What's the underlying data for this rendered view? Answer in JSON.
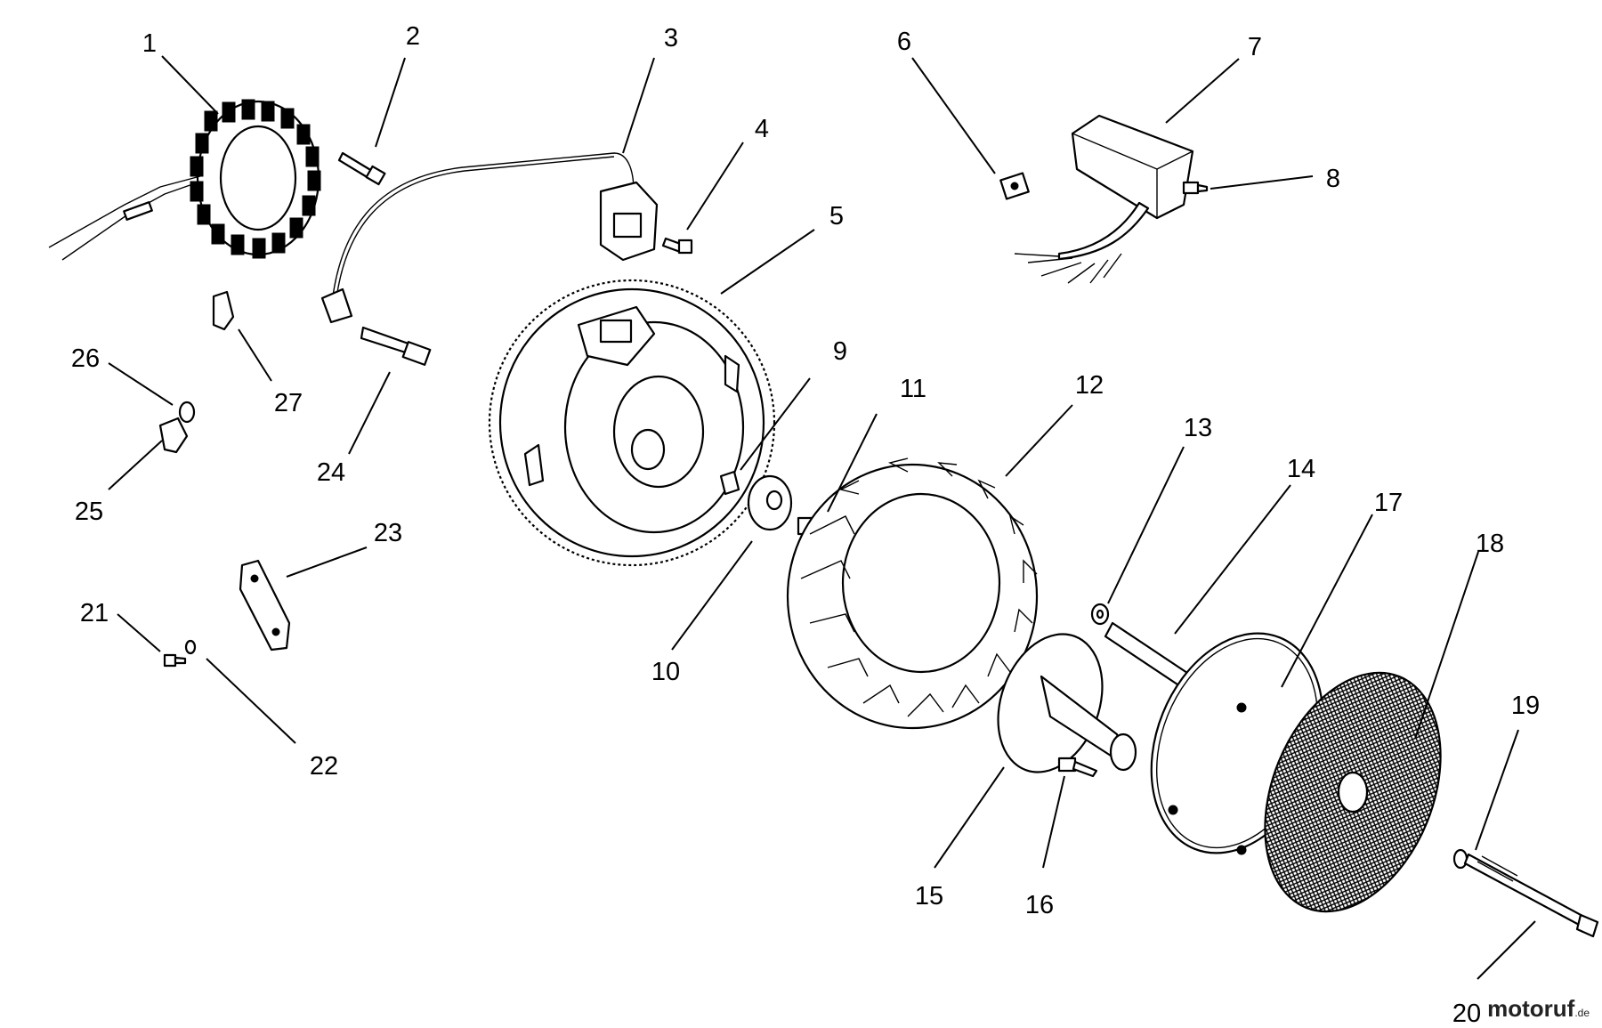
{
  "callouts": [
    {
      "label": "1"
    },
    {
      "label": "2"
    },
    {
      "label": "3"
    },
    {
      "label": "4"
    },
    {
      "label": "5"
    },
    {
      "label": "6"
    },
    {
      "label": "7"
    },
    {
      "label": "8"
    },
    {
      "label": "9"
    },
    {
      "label": "10"
    },
    {
      "label": "11"
    },
    {
      "label": "12"
    },
    {
      "label": "13"
    },
    {
      "label": "14"
    },
    {
      "label": "15"
    },
    {
      "label": "16"
    },
    {
      "label": "17"
    },
    {
      "label": "18"
    },
    {
      "label": "19"
    },
    {
      "label": "20"
    },
    {
      "label": "21"
    },
    {
      "label": "22"
    },
    {
      "label": "23"
    },
    {
      "label": "24"
    },
    {
      "label": "25"
    },
    {
      "label": "26"
    },
    {
      "label": "27"
    }
  ],
  "watermark": {
    "brand": "motoruf",
    "tld": ".de"
  }
}
